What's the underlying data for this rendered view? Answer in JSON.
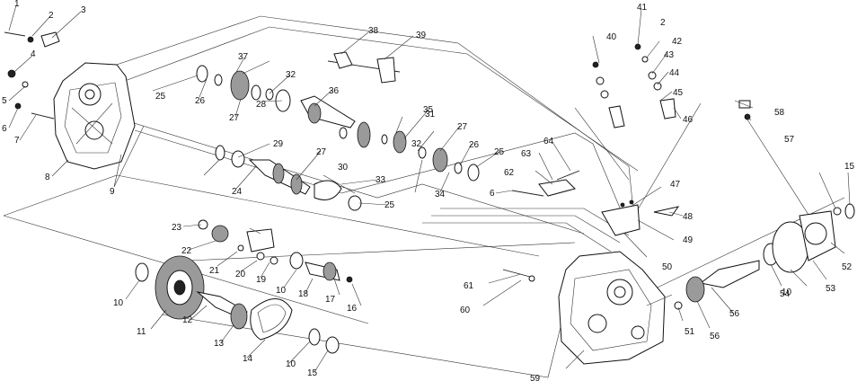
{
  "diagram": {
    "callouts": [
      "1",
      "2",
      "3",
      "4",
      "5",
      "6",
      "7",
      "8",
      "9",
      "10",
      "11",
      "12",
      "13",
      "14",
      "15",
      "16",
      "17",
      "18",
      "19",
      "20",
      "21",
      "22",
      "23",
      "24",
      "25",
      "26",
      "27",
      "28",
      "29",
      "30",
      "31",
      "32",
      "33",
      "34",
      "35",
      "36",
      "37",
      "38",
      "39",
      "40",
      "41",
      "42",
      "43",
      "44",
      "45",
      "46",
      "47",
      "48",
      "49",
      "50",
      "51",
      "52",
      "53",
      "54",
      "56",
      "57",
      "58",
      "59",
      "60",
      "61",
      "62",
      "63",
      "64"
    ]
  }
}
